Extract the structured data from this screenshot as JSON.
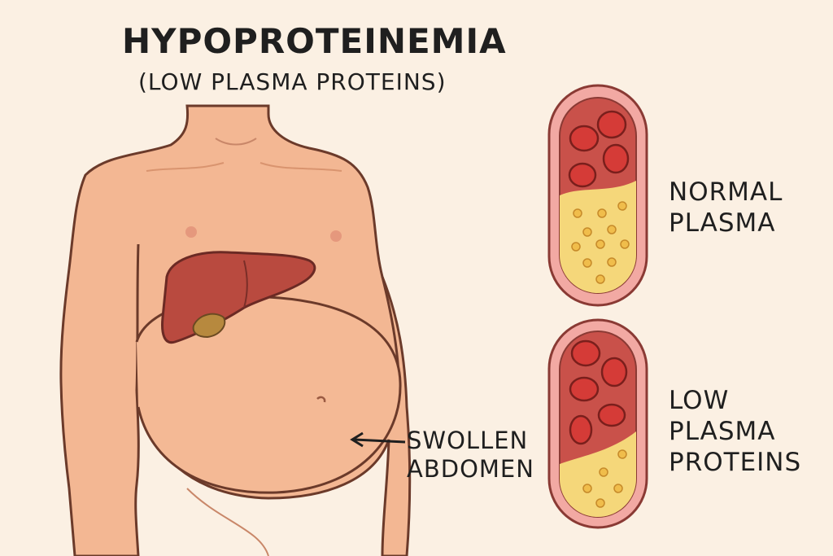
{
  "title": "HYPOPROTEINEMIA",
  "subtitle": "(LOW PLASMA PROTEINS)",
  "labels": {
    "normal": [
      "NORMAL",
      "PLASMA"
    ],
    "low": [
      "LOW",
      "PLASMA",
      "PROTEINS"
    ],
    "abdomen": [
      "SWOLLEN",
      "ABDOMEN"
    ]
  },
  "colors": {
    "background": "#fbf0e3",
    "skin": "#f3b793",
    "liver": "#b94a3f",
    "vessel_wall": "#e8918f",
    "blood": "#c9514a",
    "red_cell": "#d53b37",
    "plasma": "#f5d77a",
    "protein": "#f0bd4b"
  }
}
